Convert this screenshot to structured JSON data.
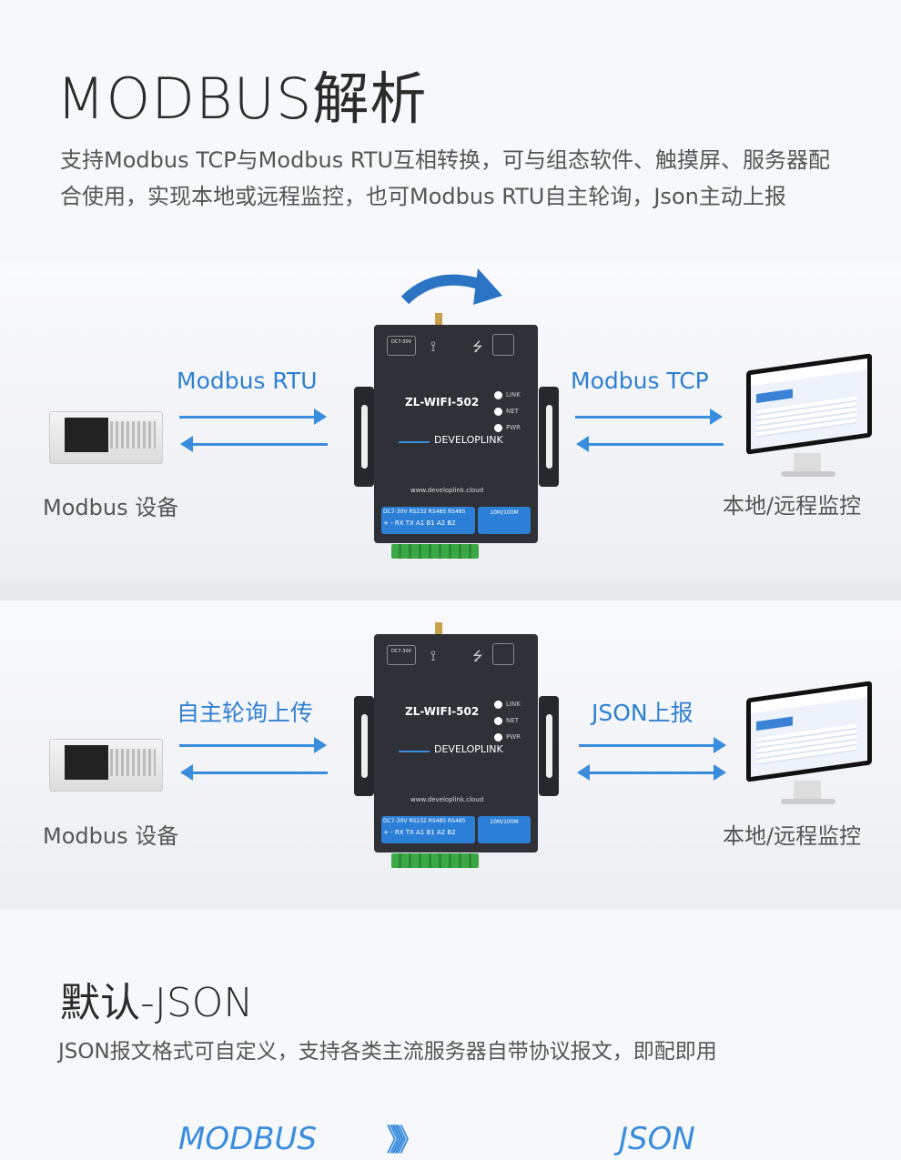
{
  "title": "MODBUS解析",
  "description": "支持Modbus TCP与Modbus RTU互相转换，可与组态软件、触摸屏、服务器配合使用，实现本地或远程监控，也可Modbus RTU自主轮询，Json主动上报",
  "device": {
    "model": "ZL-WIFI-502",
    "brand": "DEVELOPLINK",
    "url": "www.developlink.cloud",
    "leds": [
      "LINK",
      "NET",
      "PWR"
    ],
    "power": "DC7-30V",
    "terminals": "DC7-30V RS232 RS485 RS485",
    "pins": "+ - RX TX A1 B1 A2 B2",
    "ethernet": "10M/100M"
  },
  "diagram1": {
    "left_protocol": "Modbus RTU",
    "right_protocol": "Modbus TCP",
    "left_label": "Modbus 设备",
    "right_label": "本地/远程监控"
  },
  "diagram2": {
    "left_protocol": "自主轮询上传",
    "right_protocol": "JSON上报",
    "left_label": "Modbus 设备",
    "right_label": "本地/远程监控"
  },
  "section2": {
    "title": "默认-JSON",
    "description": "JSON报文格式可自定义，支持各类主流服务器自带协议报文，即配即用",
    "flow_from": "MODBUS",
    "flow_arrow": "》》》》",
    "flow_to": "JSON"
  },
  "colors": {
    "accent": "#3a8ddc",
    "device": "#2f3136"
  }
}
